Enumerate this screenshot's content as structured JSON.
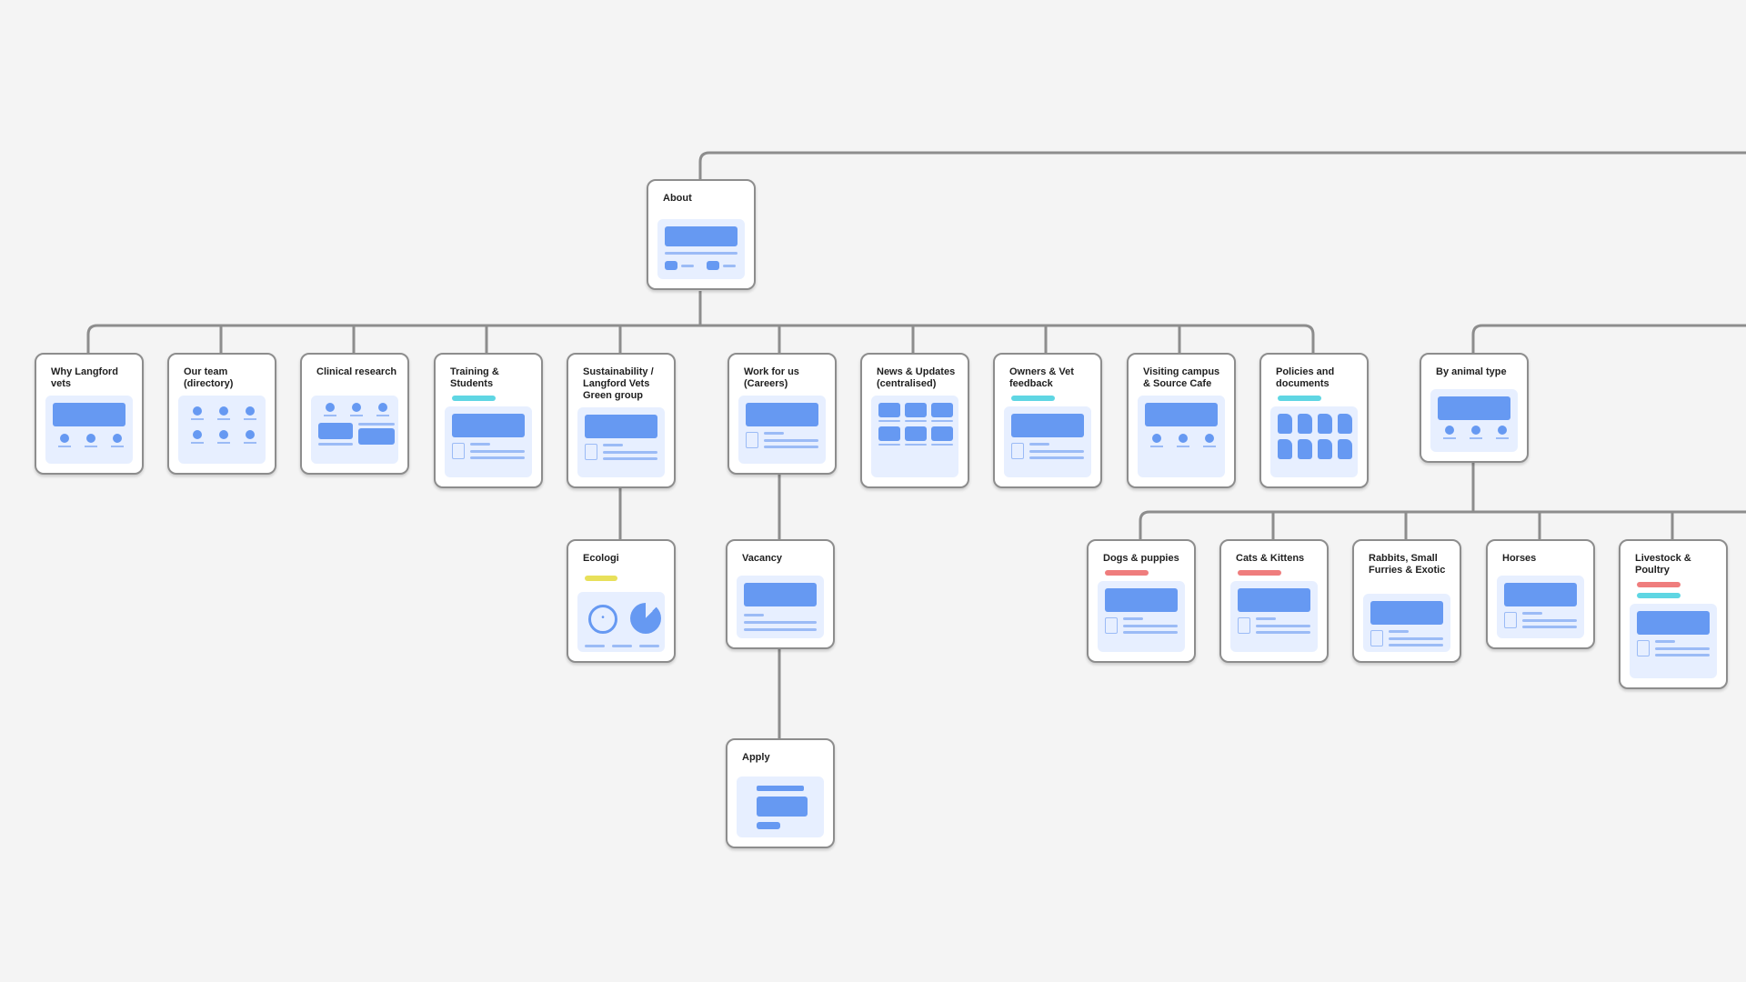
{
  "colors": {
    "background": "#f4f4f4",
    "connector": "#8d8d8d",
    "card_border": "#8d8d8d",
    "thumbnail_bg": "#e7efff",
    "thumbnail_fill": "#6699f2",
    "badge_cyan": "#5fd6e3",
    "badge_red": "#ef7d7d",
    "badge_yellow": "#e8e05a"
  },
  "root": {
    "title": "About"
  },
  "about_children": [
    {
      "title": "Why Langford vets",
      "badges": [],
      "thumbnail": "people"
    },
    {
      "title": "Our team (directory)",
      "badges": [],
      "thumbnail": "team-grid"
    },
    {
      "title": "Clinical research",
      "badges": [],
      "thumbnail": "research"
    },
    {
      "title": "Training & Students",
      "badges": [
        "cyan"
      ],
      "thumbnail": "page"
    },
    {
      "title": "Sustainability / Langford Vets Green group",
      "badges": [],
      "thumbnail": "page"
    },
    {
      "title": "Work for us (Careers)",
      "badges": [],
      "thumbnail": "page"
    },
    {
      "title": "News & Updates (centralised)",
      "badges": [],
      "thumbnail": "news-grid"
    },
    {
      "title": "Owners & Vet feedback",
      "badges": [
        "cyan"
      ],
      "thumbnail": "page"
    },
    {
      "title": "Visiting campus & Source Cafe",
      "badges": [],
      "thumbnail": "people"
    },
    {
      "title": "Policies and documents",
      "badges": [
        "cyan"
      ],
      "thumbnail": "docs-grid"
    }
  ],
  "ecologi": {
    "title": "Ecologi",
    "badges": [
      "yellow"
    ],
    "thumbnail": "stats"
  },
  "vacancy": {
    "title": "Vacancy",
    "badges": [],
    "thumbnail": "page"
  },
  "apply": {
    "title": "Apply",
    "badges": [],
    "thumbnail": "form"
  },
  "by_animal": {
    "title": "By animal type",
    "badges": [],
    "thumbnail": "people"
  },
  "animal_children": [
    {
      "title": "Dogs & puppies",
      "badges": [
        "red"
      ],
      "thumbnail": "page"
    },
    {
      "title": "Cats & Kittens",
      "badges": [
        "red"
      ],
      "thumbnail": "page"
    },
    {
      "title": "Rabbits, Small Furries & Exotic",
      "badges": [],
      "thumbnail": "page"
    },
    {
      "title": "Horses",
      "badges": [],
      "thumbnail": "page"
    },
    {
      "title": "Livestock & Poultry",
      "badges": [
        "red",
        "cyan"
      ],
      "thumbnail": "page"
    }
  ]
}
